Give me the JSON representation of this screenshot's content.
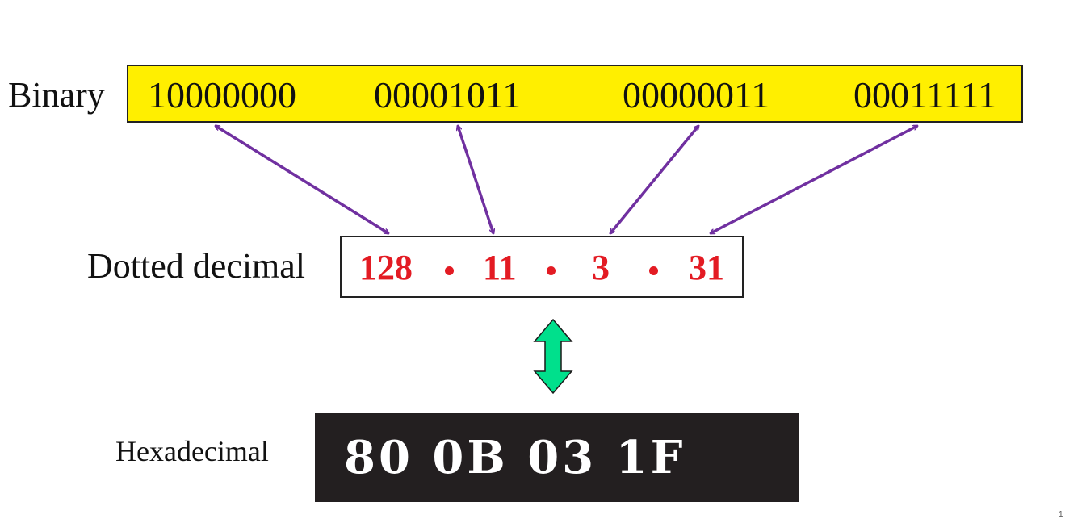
{
  "labels": {
    "binary": "Binary",
    "dotted": "Dotted decimal",
    "hex": "Hexadecimal"
  },
  "binary_octets": [
    "10000000",
    "00001011",
    "00000011",
    "00011111"
  ],
  "decimal_octets": [
    "128",
    "11",
    "3",
    "31"
  ],
  "hex_value": "80 0B 03 1F",
  "page_mark": "1",
  "colors": {
    "binary_box": "#ffef00",
    "decimal_text": "#e31b23",
    "arrow": "#7030a0",
    "double_arrow": "#00e08c",
    "hex_box": "#231f20"
  }
}
